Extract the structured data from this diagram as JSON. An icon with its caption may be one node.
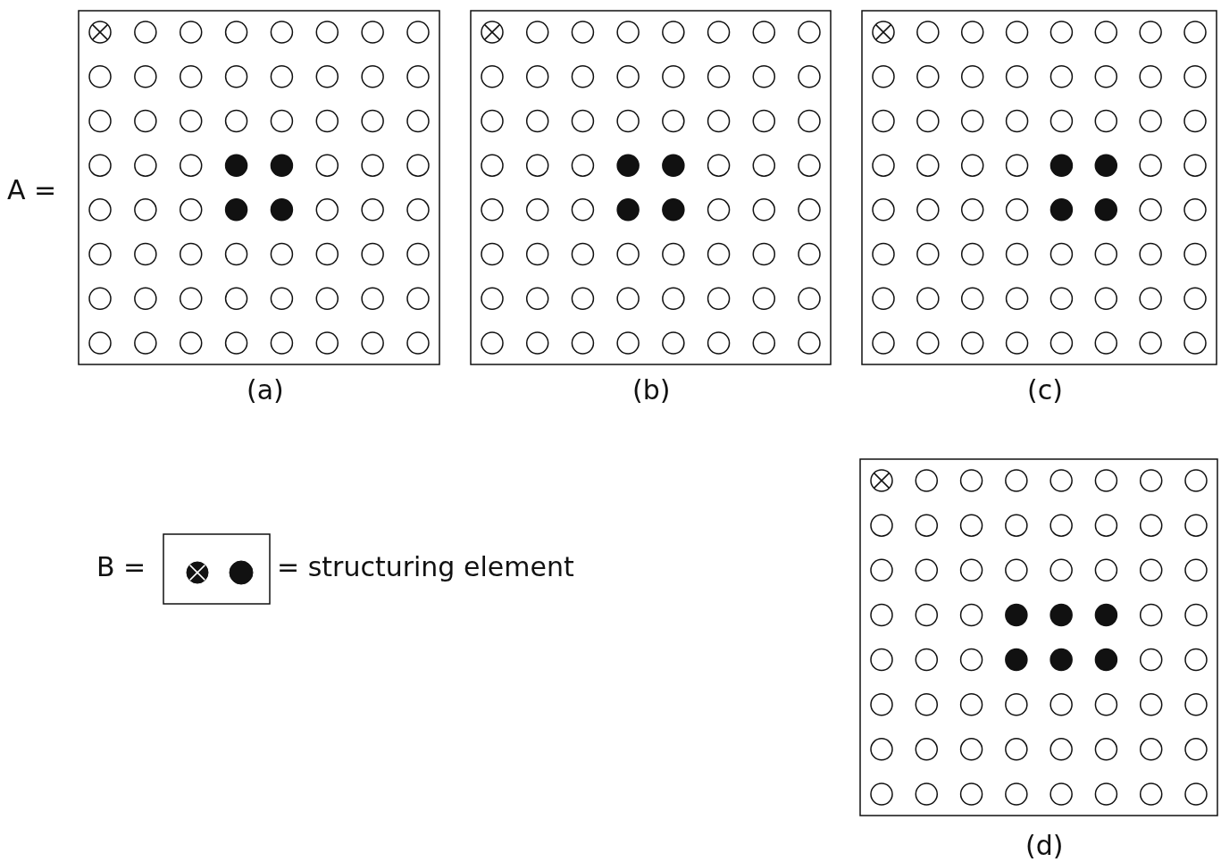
{
  "diagram": {
    "labels": [
      "A =",
      "(a)",
      "(b)",
      "(c)",
      "B =",
      "= structuring element",
      "(d)"
    ]
  }
}
